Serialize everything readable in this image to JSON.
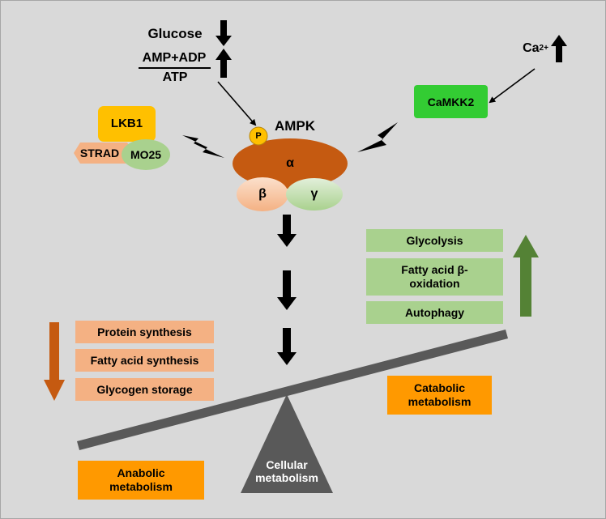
{
  "inputs": {
    "glucose": "Glucose",
    "amp_adp": "AMP+ADP",
    "atp": "ATP",
    "calcium": "Ca",
    "calcium_sup": "2+"
  },
  "kinases": {
    "lkb1": "LKB1",
    "strad": "STRAD",
    "mo25": "MO25",
    "camkk2": "CaMKK2"
  },
  "ampk": {
    "title": "AMPK",
    "phospho": "P",
    "alpha": "α",
    "beta": "β",
    "gamma": "γ"
  },
  "catabolic": {
    "items": [
      "Glycolysis",
      "Fatty acid β-oxidation",
      "Autophagy"
    ],
    "label": "Catabolic metabolism"
  },
  "anabolic": {
    "items": [
      "Protein synthesis",
      "Fatty acid synthesis",
      "Glycogen storage"
    ],
    "label": "Anabolic metabolism"
  },
  "fulcrum": {
    "label": "Cellular metabolism"
  },
  "colors": {
    "background": "#d9d9d9",
    "ampk_orange": "#c55a11",
    "lkb1_yellow": "#ffc000",
    "camkk2_green": "#33cc33",
    "anabolic_salmon": "#f4b183",
    "catabolic_green": "#a9d18e",
    "label_orange": "#ff9900",
    "down_arrow": "#c55a11",
    "up_arrow": "#548235",
    "seesaw": "#595959"
  }
}
